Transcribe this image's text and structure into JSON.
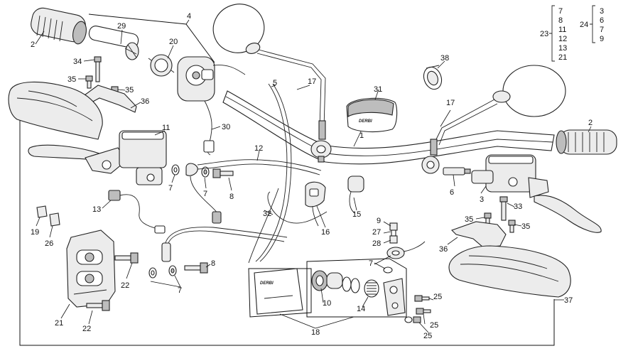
{
  "diagram": {
    "callouts": {
      "c1": "1",
      "c2a": "2",
      "c2b": "2",
      "c3": "3",
      "c4": "4",
      "c5": "5",
      "c6": "6",
      "c7a": "7",
      "c7b": "7",
      "c7c": "7",
      "c7d": "7",
      "c8a": "8",
      "c8b": "8",
      "c9": "9",
      "c10": "10",
      "c11": "11",
      "c12": "12",
      "c13": "13",
      "c14": "14",
      "c15": "15",
      "c16": "16",
      "c17a": "17",
      "c17b": "17",
      "c18": "18",
      "c19": "19",
      "c20": "20",
      "c21": "21",
      "c22a": "22",
      "c22b": "22",
      "c25a": "25",
      "c25b": "25",
      "c25c": "25",
      "c26": "26",
      "c27": "27",
      "c28": "28",
      "c29": "29",
      "c30": "30",
      "c31": "31",
      "c32": "32",
      "c33": "33",
      "c34": "34",
      "c35a": "35",
      "c35b": "35",
      "c35c": "35",
      "c35d": "35",
      "c36a": "36",
      "c36b": "36",
      "c37": "37",
      "c38": "38"
    },
    "kit_23": {
      "label": "23",
      "items": [
        "7",
        "8",
        "11",
        "12",
        "13",
        "21"
      ]
    },
    "kit_24": {
      "label": "24",
      "items": [
        "3",
        "6",
        "7",
        "9"
      ]
    },
    "logos": {
      "pad_logo": "DERBI",
      "bag_logo": "DERBI"
    }
  }
}
